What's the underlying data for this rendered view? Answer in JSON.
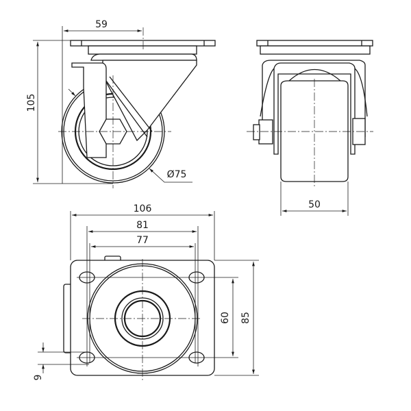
{
  "title": "Swivel caster technical drawing",
  "dimensions": {
    "offset": "59",
    "height": "105",
    "wheel_diameter": "Ø75",
    "wheel_width": "50",
    "plate_width": "106",
    "hole_spacing_outer": "81",
    "hole_spacing_inner": "77",
    "hole_spacing_vertical": "60",
    "plate_length": "85",
    "slot_width": "9"
  },
  "colors": {
    "line": "#1a1a1a",
    "background": "#ffffff"
  }
}
